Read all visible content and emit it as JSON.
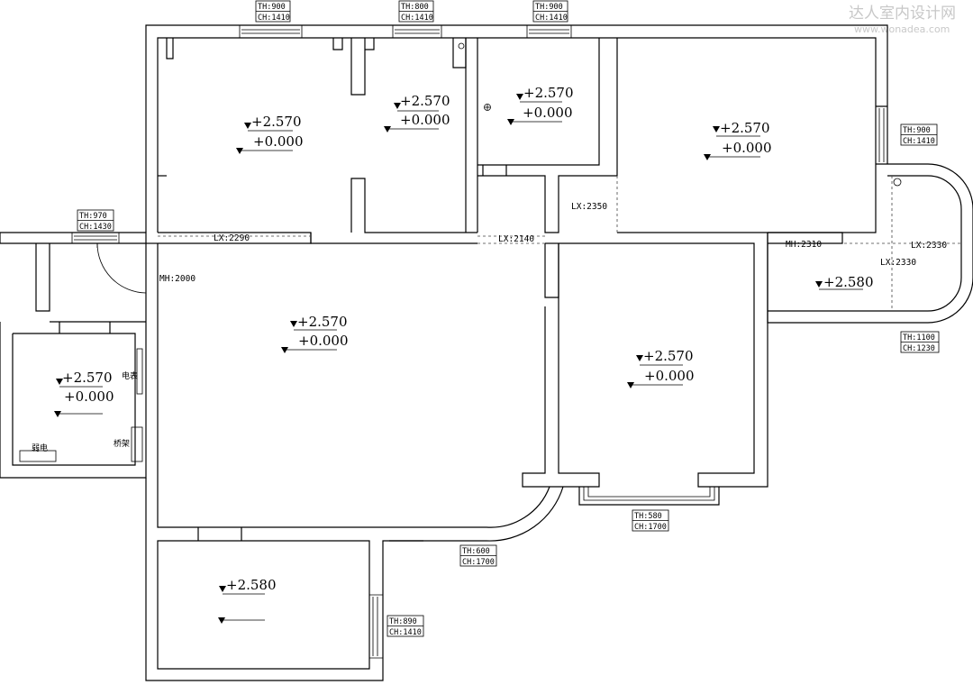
{
  "watermark": {
    "title": "达人室内设计网",
    "url": "www.wonadea.com"
  },
  "tags": [
    {
      "top": "TH:900",
      "bottom": "CH:1410"
    },
    {
      "top": "TH:800",
      "bottom": "CH:1410"
    },
    {
      "top": "TH:900",
      "bottom": "CH:1410"
    },
    {
      "top": "TH:900",
      "bottom": "CH:1410"
    },
    {
      "top": "TH:970",
      "bottom": "CH:1430"
    },
    {
      "top": "TH:1100",
      "bottom": "CH:1230"
    },
    {
      "top": "TH:580",
      "bottom": "CH:1700"
    },
    {
      "top": "TH:600",
      "bottom": "CH:1700"
    },
    {
      "top": "TH:890",
      "bottom": "CH:1410"
    }
  ],
  "levels": [
    {
      "ceiling": "+2.570",
      "floor": "+0.000"
    },
    {
      "ceiling": "+2.570",
      "floor": "+0.000"
    },
    {
      "ceiling": "+2.570",
      "floor": "+0.000"
    },
    {
      "ceiling": "+2.570",
      "floor": "+0.000"
    },
    {
      "ceiling": "+2.570",
      "floor": "+0.000"
    },
    {
      "ceiling": "+2.570",
      "floor": "+0.000"
    },
    {
      "ceiling": "+2.570",
      "floor": "+0.000"
    },
    {
      "ceiling": "+2.580",
      "floor": ""
    }
  ],
  "labels": {
    "lx_2290": "LX:2290",
    "lx_2140": "LX:2140",
    "lx_2350": "LX:2350",
    "mh_2310": "MH:2310",
    "lx_2330_a": "LX:2330",
    "lx_2330_b": "LX:2330",
    "mh_2000": "MH:2000",
    "dianbiao": "电表",
    "xindian": "弱电",
    "qiaojia": "桥架"
  }
}
